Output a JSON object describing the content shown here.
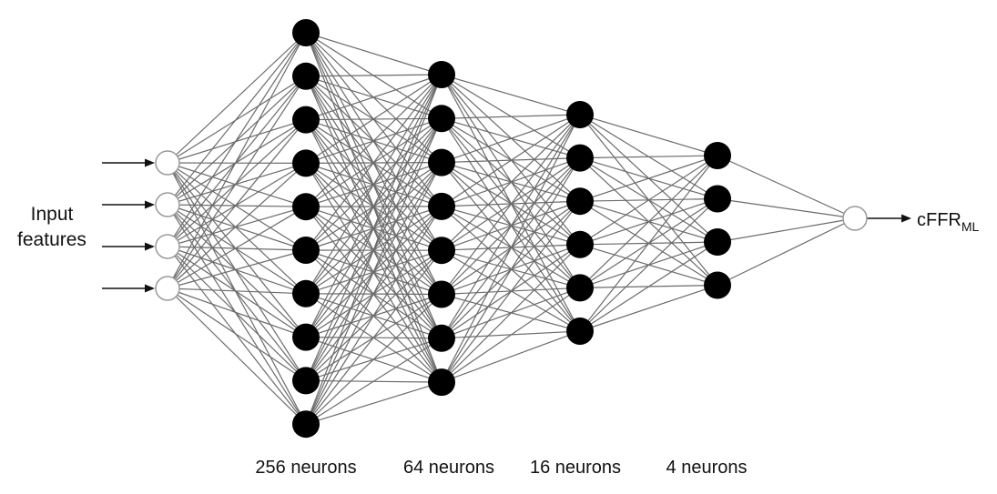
{
  "diagram": {
    "input_label_line1": "Input",
    "input_label_line2": "features",
    "output_label": "cFFR",
    "output_label_subscript": "ML",
    "layers": [
      {
        "kind": "input",
        "drawn_nodes": 4,
        "caption": ""
      },
      {
        "kind": "hidden",
        "drawn_nodes": 10,
        "caption": "256 neurons"
      },
      {
        "kind": "hidden",
        "drawn_nodes": 8,
        "caption": "64 neurons"
      },
      {
        "kind": "hidden",
        "drawn_nodes": 6,
        "caption": "16 neurons"
      },
      {
        "kind": "hidden",
        "drawn_nodes": 4,
        "caption": "4 neurons"
      },
      {
        "kind": "output",
        "drawn_nodes": 1,
        "caption": ""
      }
    ],
    "colors": {
      "hidden_node": "#000000",
      "io_node_stroke": "#9a9a9a",
      "connection": "#6b6b6b",
      "arrow": "#111111"
    }
  }
}
